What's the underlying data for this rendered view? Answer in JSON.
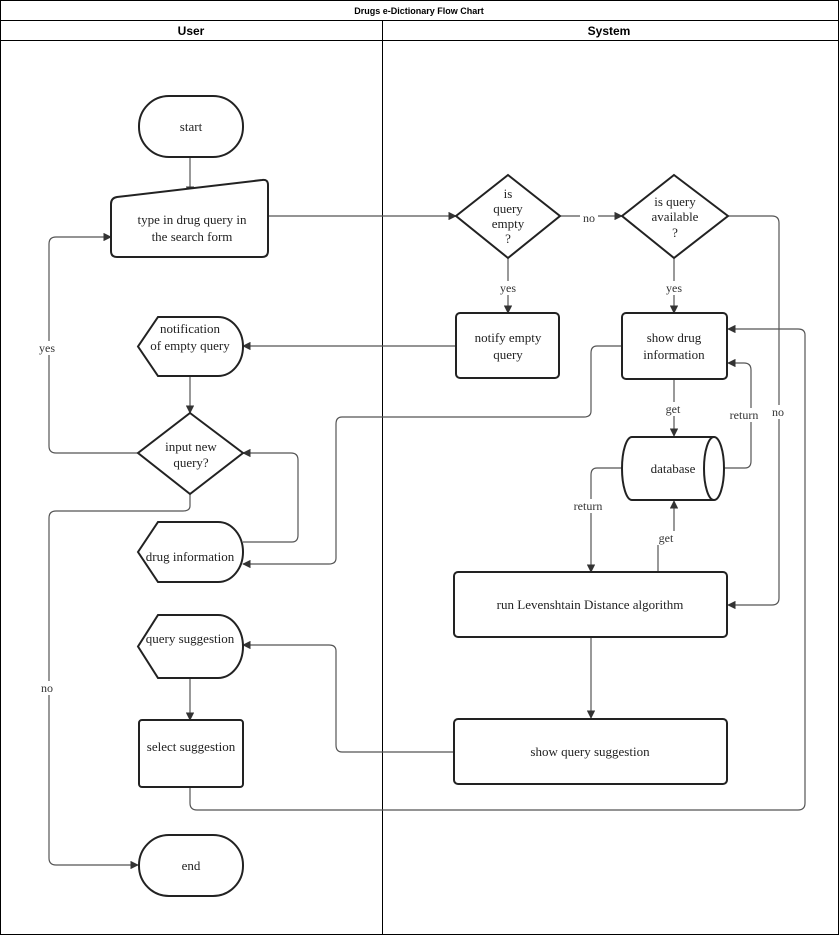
{
  "title": "Drugs e-Dictionary Flow Chart",
  "lanes": {
    "user": "User",
    "system": "System"
  },
  "nodes": {
    "start": "start",
    "type_query": [
      "type in drug query in",
      "the search form"
    ],
    "is_empty": [
      "is",
      "query",
      "empty",
      "?"
    ],
    "is_available": [
      "is query",
      "available",
      "?"
    ],
    "notify_empty": [
      "notify empty",
      "query"
    ],
    "notification": [
      "notification",
      "of empty query"
    ],
    "show_info": [
      "show drug",
      "information"
    ],
    "input_new": [
      "input new",
      "query?"
    ],
    "database": "database",
    "drug_info": "drug information",
    "levenshtein": "run Levenshtain Distance algorithm",
    "query_suggestion": "query suggestion",
    "select_suggestion": "select suggestion",
    "show_suggestion": "show query suggestion",
    "end": "end"
  },
  "edges": {
    "no_empty": "no",
    "yes_empty": "yes",
    "yes_available": "yes",
    "no_available": "no",
    "yes_new": "yes",
    "no_new": "no",
    "get_db": "get",
    "return_db": "return",
    "return_lev": "return",
    "get_lev": "get"
  }
}
